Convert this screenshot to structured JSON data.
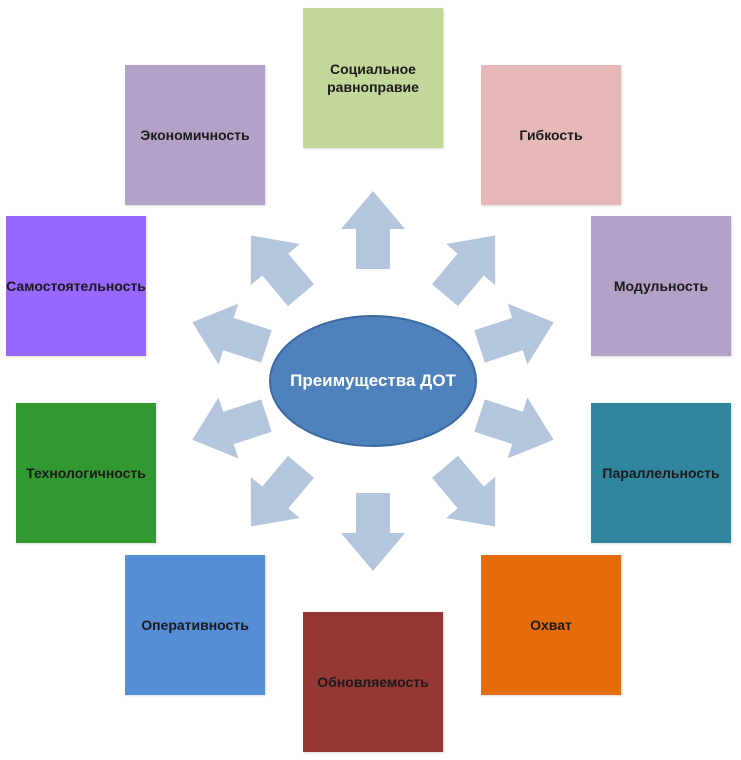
{
  "center": {
    "label": "Преимущества ДОТ",
    "fill": "#4f81bd",
    "stroke": "#3a6aa0"
  },
  "arrow_color": "#b4c5de",
  "boxes": [
    {
      "id": "social",
      "label": "Социальное равноправие",
      "color": "#c4d79b",
      "text": "dark"
    },
    {
      "id": "flex",
      "label": "Гибкость",
      "color": "#e6b9b8",
      "text": "dark"
    },
    {
      "id": "modular",
      "label": "Модульность",
      "color": "#b2a2c7",
      "text": "dark"
    },
    {
      "id": "parallel",
      "label": "Параллельность",
      "color": "#31859c",
      "text": "dark"
    },
    {
      "id": "reach",
      "label": "Охват",
      "color": "#e46c0a",
      "text": "dark"
    },
    {
      "id": "update",
      "label": "Обновляемость",
      "color": "#953735",
      "text": "dark"
    },
    {
      "id": "prompt",
      "label": "Оперативность",
      "color": "#558ed5",
      "text": "dark"
    },
    {
      "id": "tech",
      "label": "Технологичность",
      "color": "#339933",
      "text": "dark"
    },
    {
      "id": "indep",
      "label": "Самостоятельность",
      "color": "#9966ff",
      "text": "dark"
    },
    {
      "id": "econ",
      "label": "Экономичность",
      "color": "#b2a2c7",
      "text": "dark"
    }
  ]
}
